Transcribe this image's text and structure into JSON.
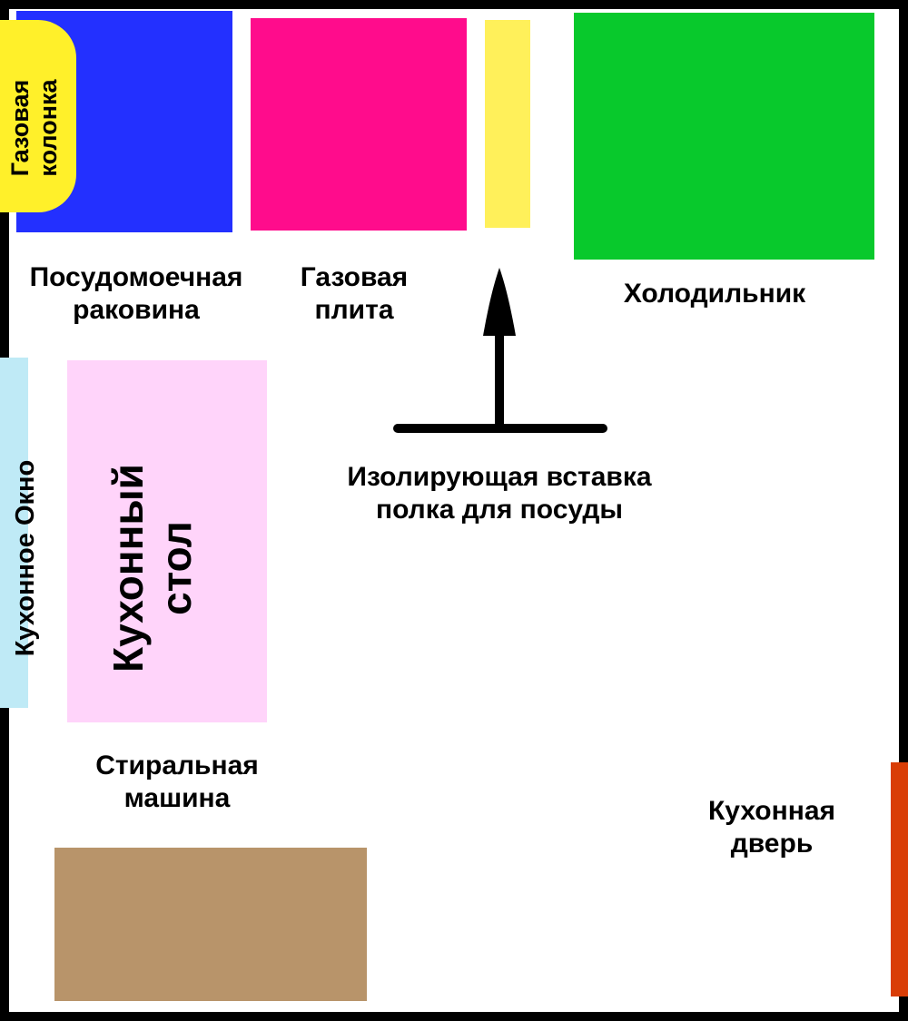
{
  "items": {
    "gas_heater": {
      "line1": "Газовая",
      "line2": "колонка",
      "color": "#FFF02A"
    },
    "sink": {
      "line1": "Посудомоечная",
      "line2": "раковина",
      "color": "#2330FF"
    },
    "stove": {
      "line1": "Газовая",
      "line2": "плита",
      "color": "#FF0C8C"
    },
    "insert_shelf": {
      "line1": "Изолирующая вставка",
      "line2": "полка для посуды",
      "color": "#FFF05A"
    },
    "fridge": {
      "label": "Холодильник",
      "color": "#08C92C"
    },
    "window": {
      "label": "Кухонное Окно",
      "color": "#BFEAF6"
    },
    "table": {
      "line1": "Кухонный",
      "line2": "стол",
      "color": "#FFD4FA"
    },
    "washer": {
      "line1": "Стиральная",
      "line2": "машина",
      "color": "#B8946A"
    },
    "door": {
      "line1": "Кухонная",
      "line2": "дверь",
      "color": "#D93E07"
    }
  }
}
